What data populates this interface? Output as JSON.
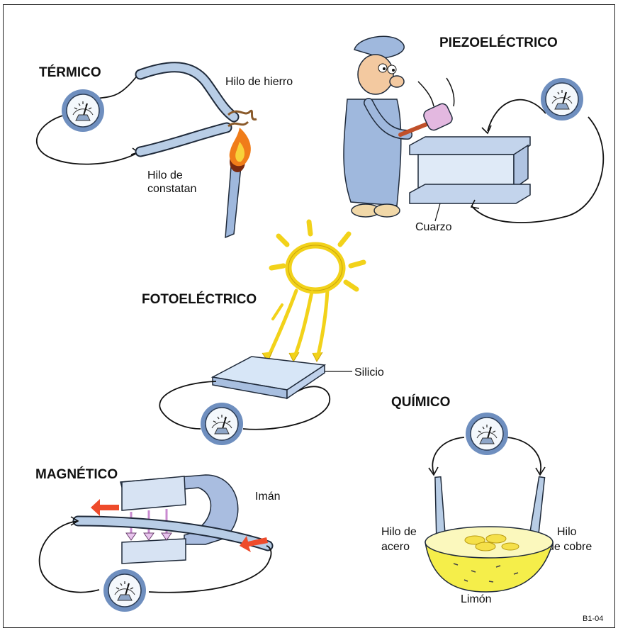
{
  "sections": {
    "termico": {
      "title": "TÉRMICO",
      "label_hierro": "Hilo de hierro",
      "label_constatan_1": "Hilo de",
      "label_constatan_2": "constatan"
    },
    "piezo": {
      "title": "PIEZOELÉCTRICO",
      "label_cuarzo": "Cuarzo"
    },
    "foto": {
      "title": "FOTOELÉCTRICO",
      "label_silicio": "Silicio"
    },
    "quimico": {
      "title": "QUÍMICO",
      "label_acero_1": "Hilo de",
      "label_acero_2": "acero",
      "label_cobre_1": "Hilo",
      "label_cobre_2": "de cobre",
      "label_limon": "Limón"
    },
    "magnetico": {
      "title": "MAGNÉTICO",
      "label_iman": "Imán"
    }
  },
  "figure_code": "B1-04",
  "colors": {
    "wire": "#b8cde6",
    "gauge_ring": "#6f8fbf",
    "sun": "#f2d21a",
    "lemon": "#f5ee4a",
    "flame": "#f07d1a",
    "magnet": "#a9bde0",
    "arrow": "#ee4b2b"
  },
  "icons": [
    "galvanometer-icon",
    "match-flame-icon",
    "sun-icon",
    "hammer-icon",
    "worker-figure",
    "lemon-icon",
    "magnet-icon",
    "quartz-crystal-icon",
    "silicon-plate-icon"
  ]
}
